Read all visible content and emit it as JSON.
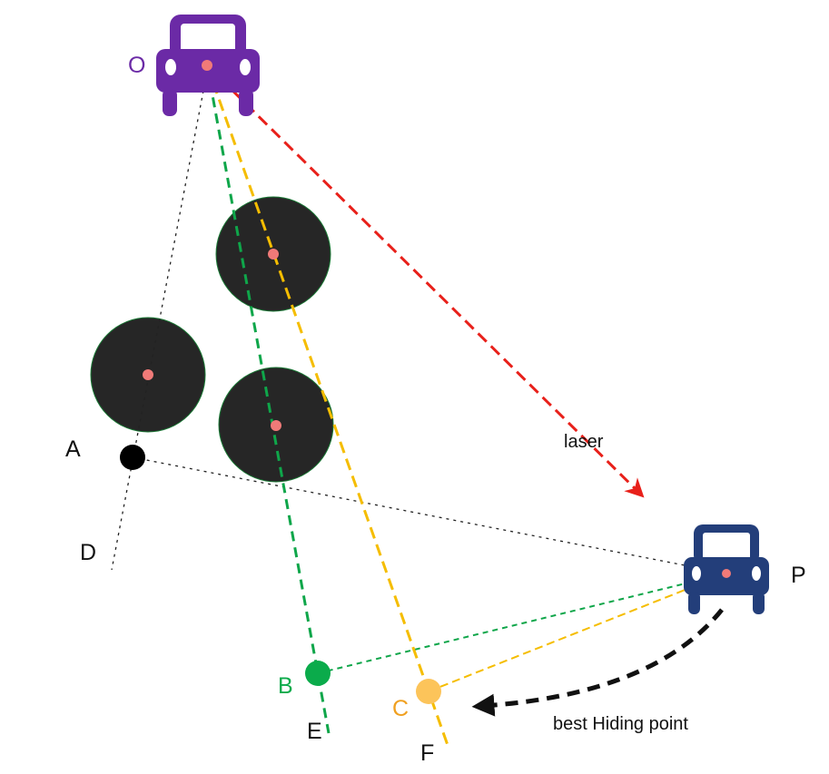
{
  "labels": {
    "o": "O",
    "p": "P",
    "a": "A",
    "b": "B",
    "c": "C",
    "d": "D",
    "e": "E",
    "f": "F",
    "laser": "laser",
    "best_hiding_point": "best Hiding point"
  },
  "colors": {
    "observer_car": "#6b2aa6",
    "player_car": "#233e7a",
    "obstacle": "#262626",
    "obstacle_outline": "#1a7a35",
    "center_dot": "#f07a78",
    "laser": "#e8201a",
    "green": "#0fa64a",
    "yellow": "#f5bd00",
    "point_a": "#000000",
    "point_b": "#0bab4b",
    "point_c": "#fcc45a",
    "label_o": "#6b2aa6",
    "label_b": "#0bab4b",
    "label_c": "#f0a020",
    "text": "#111111"
  },
  "icons": {
    "observer": "car-front-icon",
    "player": "car-front-icon"
  }
}
